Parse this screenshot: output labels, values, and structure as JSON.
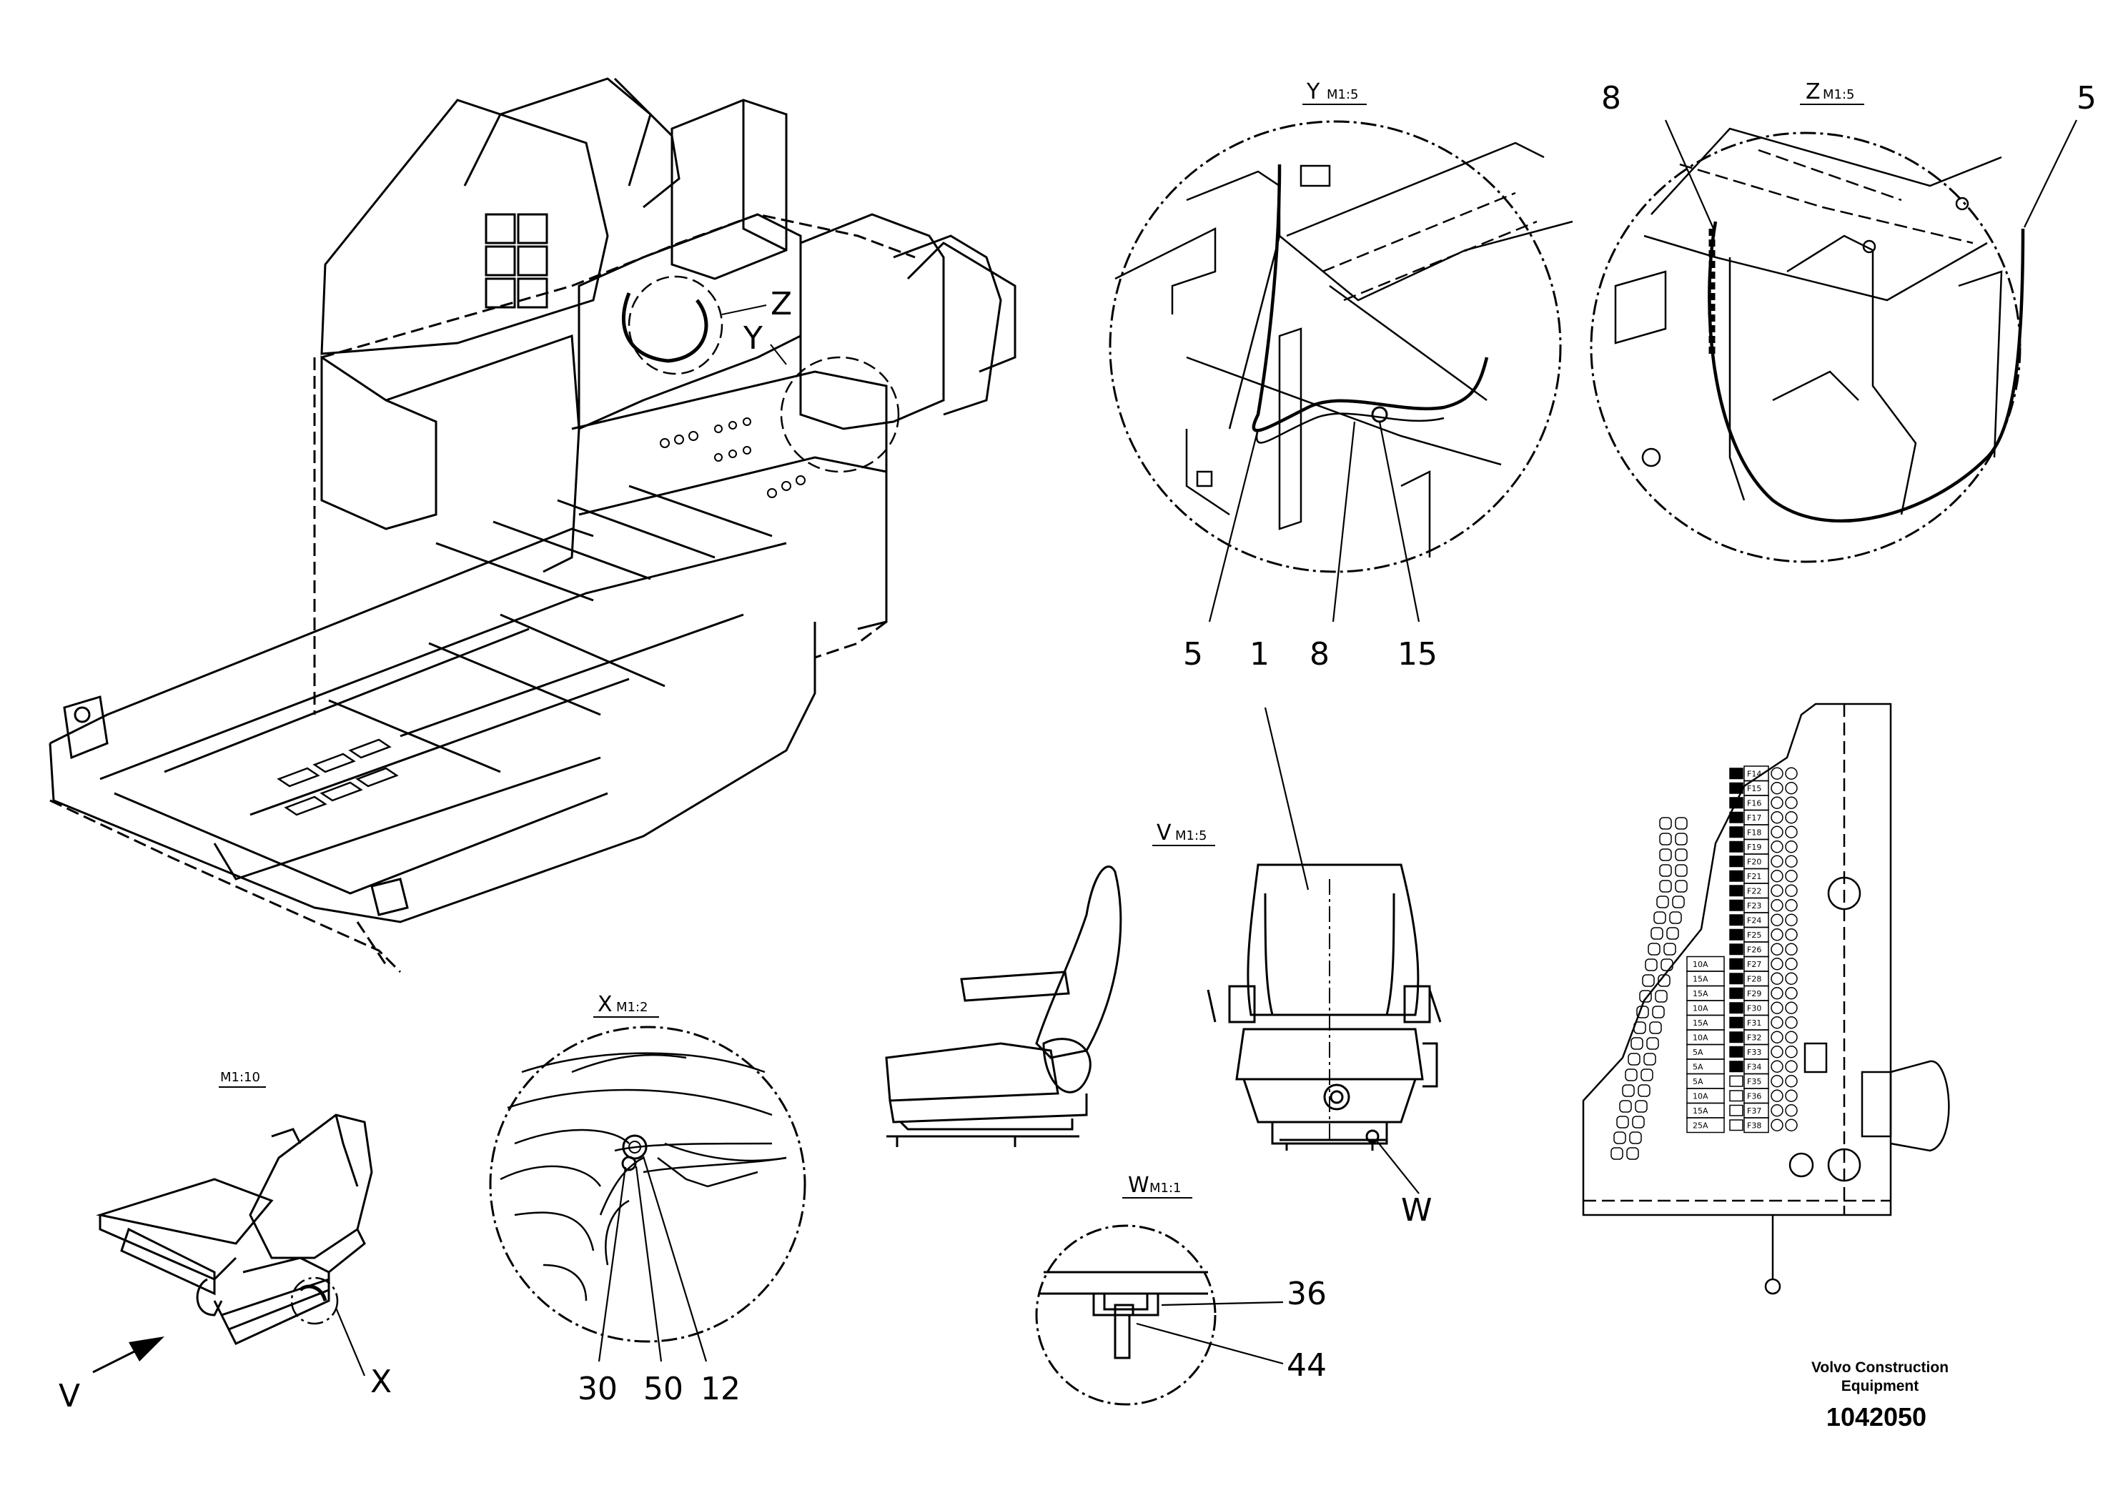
{
  "view_titles": {
    "y": "Y",
    "y_scale": "M1:5",
    "z": "Z",
    "z_scale": "M1:5",
    "v": "V",
    "v_scale": "M1:5",
    "x": "X",
    "x_scale": "M1:2",
    "w": "W",
    "w_scale": "M1:1",
    "overview_scale": "M1:10"
  },
  "callouts": {
    "frame_z": "Z",
    "frame_y": "Y",
    "y_5": "5",
    "y_1": "1",
    "y_8": "8",
    "y_15": "15",
    "z_8": "8",
    "z_5": "5",
    "x_30": "30",
    "x_50": "50",
    "x_12": "12",
    "w_36": "36",
    "w_44": "44",
    "seat_w": "W",
    "arrow_v": "V",
    "seat_x": "X"
  },
  "fuses": {
    "ids": [
      "F14",
      "F15",
      "F16",
      "F17",
      "F18",
      "F19",
      "F20",
      "F21",
      "F22",
      "F23",
      "F24",
      "F25",
      "F26",
      "F27",
      "F28",
      "F29",
      "F30",
      "F31",
      "F32",
      "F33",
      "F34",
      "F35",
      "F36",
      "F37",
      "F38"
    ],
    "ratings": [
      "10A",
      "15A",
      "15A",
      "10A",
      "15A",
      "10A",
      "5A",
      "5A",
      "5A",
      "10A",
      "15A",
      "25A"
    ]
  },
  "footer": {
    "brand_line1": "Volvo Construction",
    "brand_line2": "Equipment",
    "doc_number": "1042050"
  }
}
